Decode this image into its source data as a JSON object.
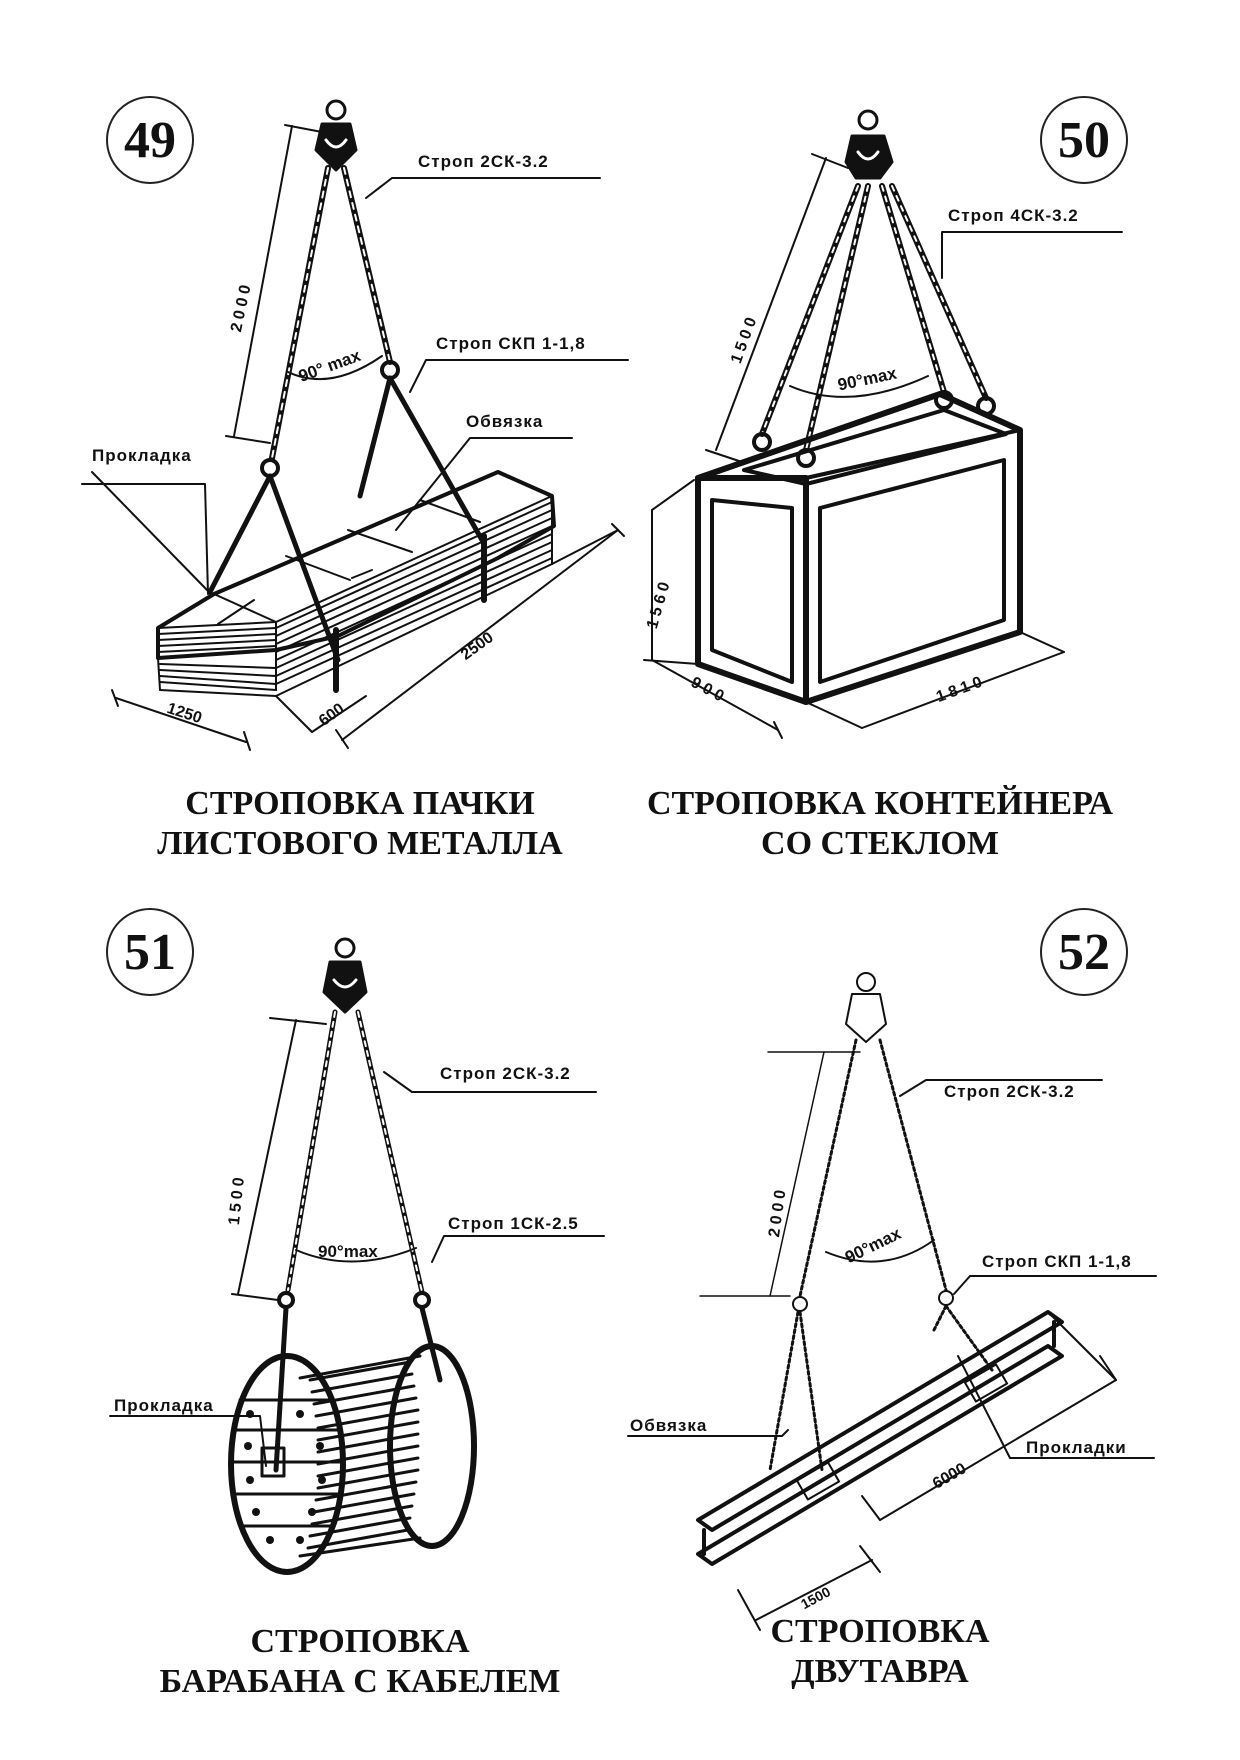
{
  "panels": [
    {
      "number": "49",
      "title_line1": "СТРОПОВКА ПАЧКИ",
      "title_line2": "ЛИСТОВОГО МЕТАЛЛА",
      "labels": [
        "Строп 2СК-3.2",
        "Строп СКП 1-1,8",
        "Обвязка",
        "Прокладка"
      ],
      "dimensions": [
        "2000",
        "1250",
        "600",
        "2500"
      ],
      "angle": "90° max"
    },
    {
      "number": "50",
      "title_line1": "СТРОПОВКА КОНТЕЙНЕРА",
      "title_line2": "СО СТЕКЛОМ",
      "labels": [
        "Строп 4СК-3.2"
      ],
      "dimensions": [
        "1500",
        "1560",
        "900",
        "1810"
      ],
      "angle": "90°max"
    },
    {
      "number": "51",
      "title_line1": "СТРОПОВКА",
      "title_line2": "БАРАБАНА С КАБЕЛЕМ",
      "labels": [
        "Строп 2СК-3.2",
        "Строп 1СК-2.5",
        "Прокладка"
      ],
      "dimensions": [
        "1500"
      ],
      "angle": "90°max"
    },
    {
      "number": "52",
      "title_line1": "СТРОПОВКА",
      "title_line2": "ДВУТАВРА",
      "labels": [
        "Строп 2СК-3.2",
        "Строп СКП 1-1,8",
        "Обвязка",
        "Прокладки"
      ],
      "dimensions": [
        "2000",
        "6000",
        "1500"
      ],
      "angle": "90°max"
    }
  ]
}
